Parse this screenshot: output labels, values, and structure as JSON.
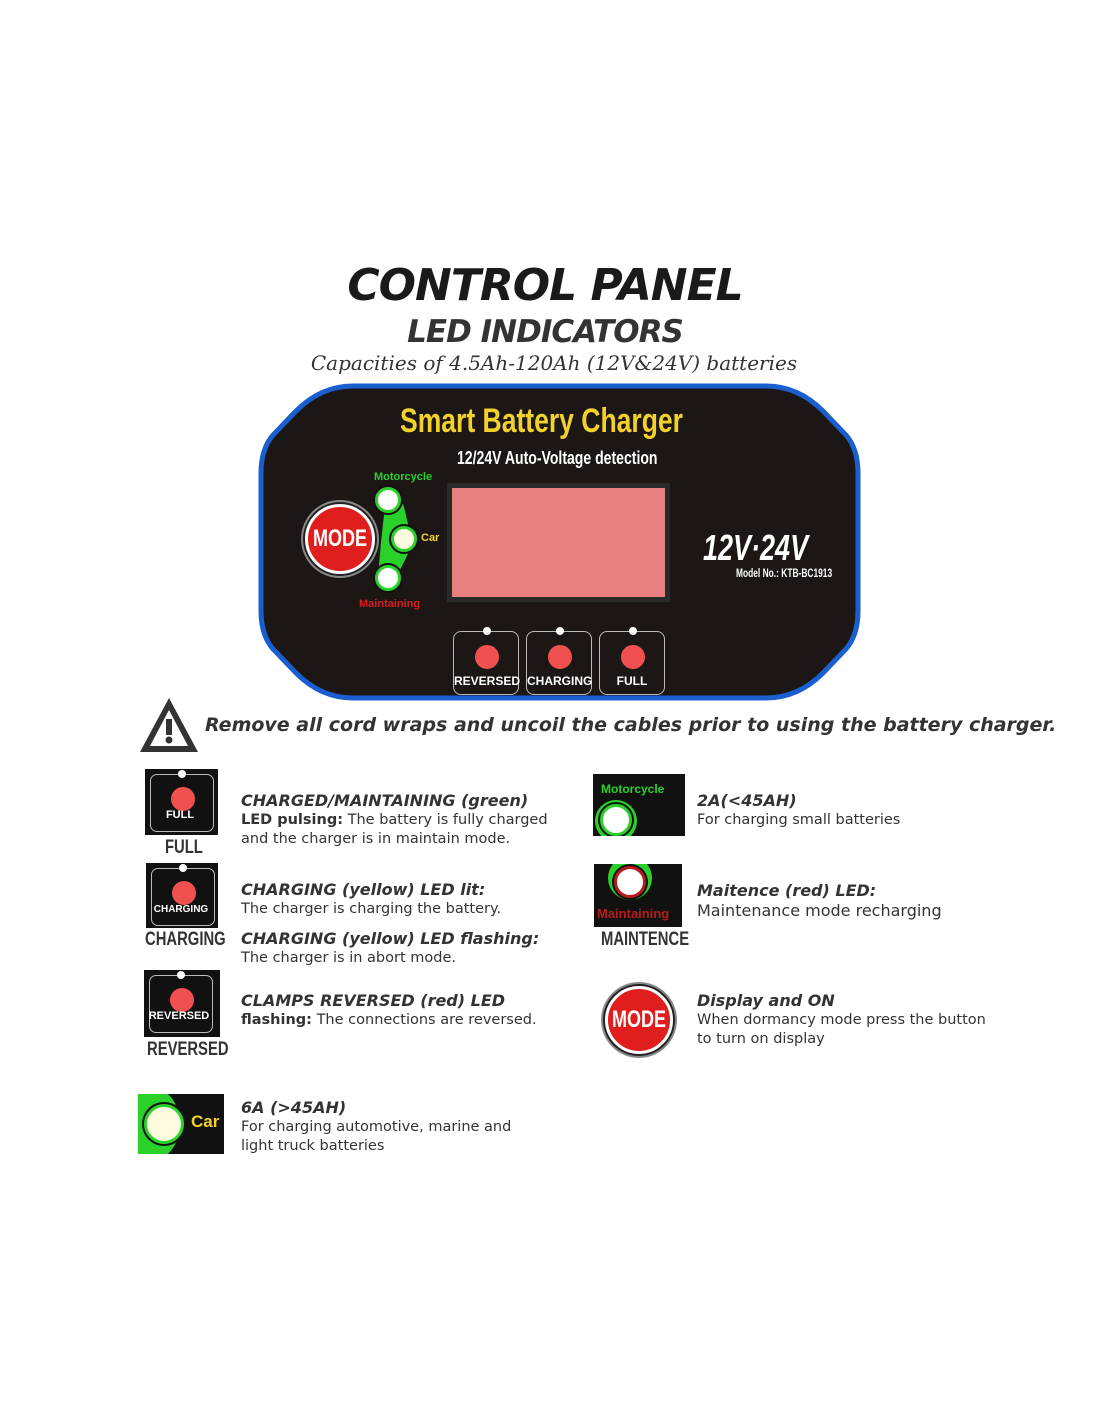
{
  "header": {
    "title": "CONTROL PANEL",
    "subtitle": "LED INDICATORS",
    "capacity": "Capacities of  4.5Ah-120Ah (12V&24V) batteries"
  },
  "panel": {
    "title": "Smart Battery Charger",
    "subtitle": "12/24V Auto-Voltage detection",
    "mode": "MODE",
    "led_motorcycle": "Motorcycle",
    "led_car": "Car",
    "led_maintaining": "Maintaining",
    "voltage": "12V·24V",
    "model": "Model No.: KTB-BC1913",
    "buttons": [
      "REVERSED",
      "CHARGING",
      "FULL"
    ],
    "colors": {
      "border": "#1a5fd0",
      "body": "#1c1614",
      "title": "#f2d22a",
      "screen": "#e88080"
    }
  },
  "warning": "Remove all cord wraps and uncoil the cables prior to using the battery charger.",
  "legend": {
    "full": {
      "icon_label": "FULL",
      "caption": "FULL",
      "heading": "CHARGED/MAINTAINING (green)",
      "bold": "LED pulsing:",
      "text1": " The battery is fully charged",
      "text2": "and the charger is in maintain mode."
    },
    "charging": {
      "icon_label": "CHARGING",
      "caption": "CHARGING",
      "heading1": "CHARGING (yellow) LED lit:",
      "text1": "The charger is charging the battery.",
      "heading2": "CHARGING (yellow) LED flashing:",
      "text2": "The charger is in abort mode."
    },
    "reversed": {
      "icon_label": "REVERSED",
      "caption": "REVERSED",
      "heading": "CLAMPS REVERSED (red) LED",
      "bold": "flashing:",
      "text": " The connections are reversed."
    },
    "car": {
      "icon_label": "Car",
      "heading": "6A (>45AH)",
      "text1": "For charging automotive, marine and",
      "text2": "light truck batteries"
    },
    "motorcycle": {
      "icon_label": "Motorcycle",
      "heading": "2A(<45AH)",
      "text": "For charging small batteries"
    },
    "maintaining": {
      "icon_label": "Maintaining",
      "caption": "MAINTENCE",
      "heading": "Maitence (red) LED:",
      "text": "Maintenance mode recharging"
    },
    "mode": {
      "icon_label": "MODE",
      "heading": "Display and ON",
      "text1": "When dormancy mode press the button",
      "text2": "to turn on display"
    }
  }
}
